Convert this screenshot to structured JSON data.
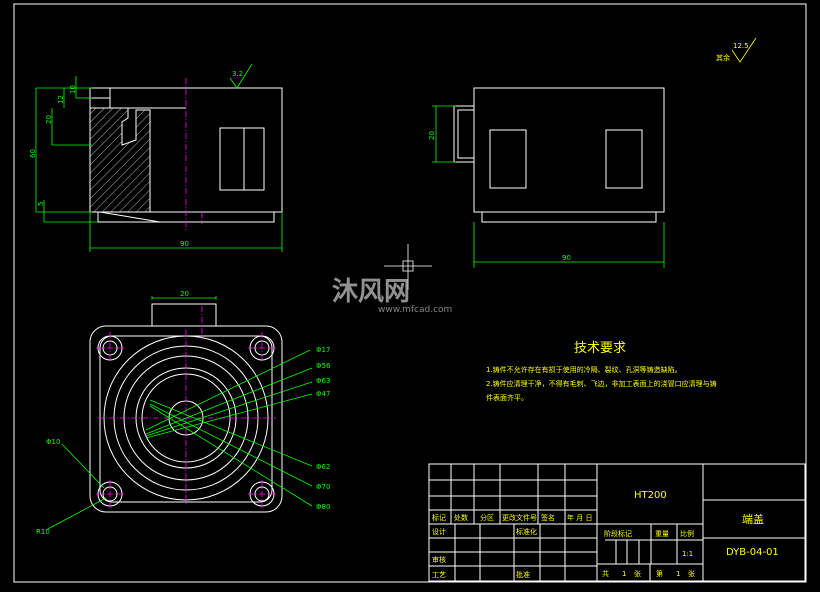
{
  "surface_roughness": {
    "general_value": "12.5",
    "general_note": "其余",
    "top_value": "3.2"
  },
  "front_view": {
    "dim_width": "90",
    "dim_height": "60",
    "dim_top_10": "10",
    "dim_top_12": "12",
    "dim_20": "20",
    "dim_5": "5"
  },
  "side_view": {
    "dim_width": "90",
    "dim_height": "20"
  },
  "top_view": {
    "dim_top": "20",
    "dia_17": "Φ17",
    "dia_56": "Φ56",
    "dia_63": "Φ63",
    "dia_47": "Φ47",
    "dia_62": "Φ62",
    "dia_70": "Φ70",
    "dia_80": "Φ80",
    "dia_10": "Φ10",
    "r_label": "R10"
  },
  "watermark": {
    "brand": "沐风网",
    "url": "www.mfcad.com"
  },
  "tech_requirements": {
    "title": "技术要求",
    "line1": "1.铸件不允许存在有损于使用的冷隔、裂纹、孔洞等铸造缺陷。",
    "line2": "2.铸件应清理干净，不得有毛刺、飞边，非加工表面上的浇冒口应清理与铸",
    "line3": "件表面齐平。"
  },
  "title_block": {
    "material": "HT200",
    "part_name": "端盖",
    "drawing_no": "DYB-04-01",
    "scale_value": "1:1",
    "row_labels": {
      "mark": "标记",
      "count": "处数",
      "zone": "分区",
      "doc_no": "更改文件号",
      "sign": "签名",
      "date": "年 月 日"
    },
    "design": "设计",
    "standardize": "标准化",
    "review": "审核",
    "process": "工艺",
    "approve": "批准",
    "stage_mark": "阶段标记",
    "weight": "重量",
    "scale": "比例",
    "total": "共",
    "sheets1": "张",
    "nth": "第",
    "sheets2": "张",
    "total_count": "1",
    "nth_count": "1"
  }
}
